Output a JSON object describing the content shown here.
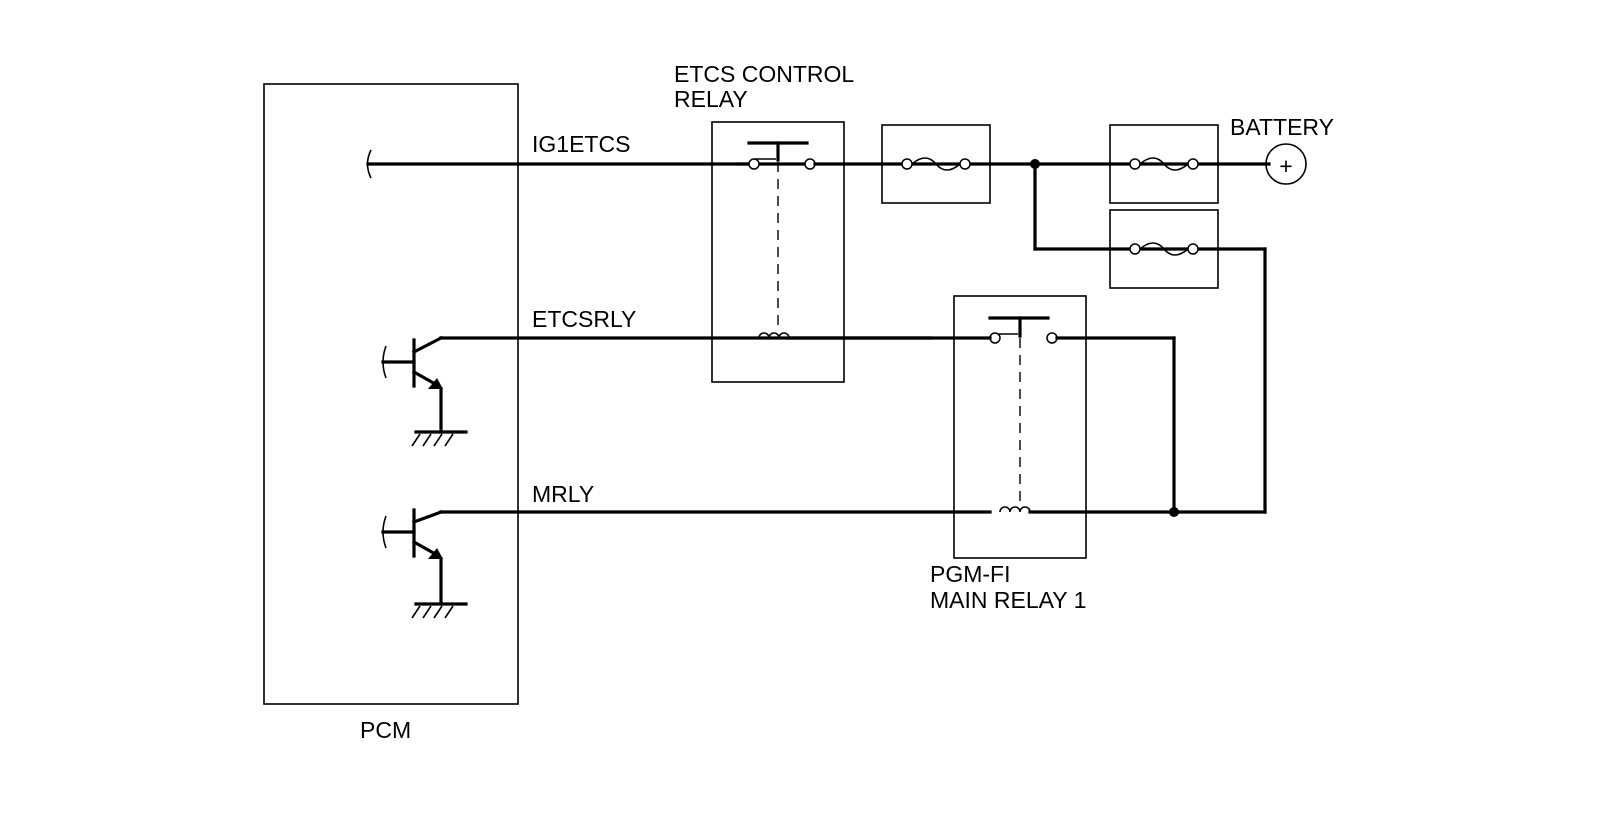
{
  "labels": {
    "pcm": "PCM",
    "etcs_relay_line1": "ETCS CONTROL",
    "etcs_relay_line2": "RELAY",
    "main_relay_line1": "PGM-FI",
    "main_relay_line2": "MAIN RELAY 1",
    "battery": "BATTERY",
    "battery_symbol": "+"
  },
  "wires": {
    "ig1etcs": "IG1ETCS",
    "etcsrly": "ETCSRLY",
    "mrly": "MRLY"
  }
}
